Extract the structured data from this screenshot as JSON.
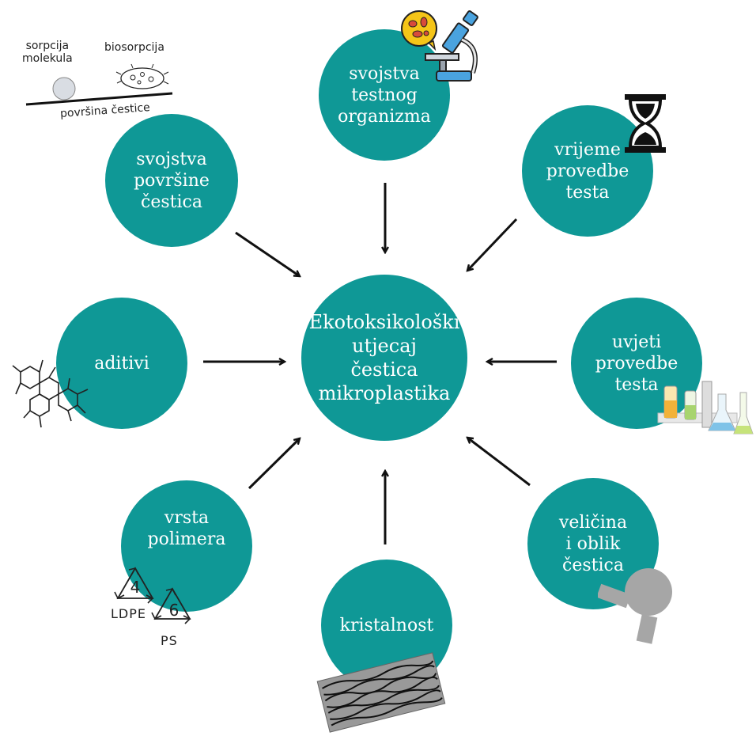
{
  "colors": {
    "node": "#0f9896",
    "arrow": "#111111",
    "icon_grey": "#a6a6a6"
  },
  "center": {
    "label": "Ekotoksikološki\nutjecaj\nčestica\nmikroplastika"
  },
  "factors": [
    {
      "id": "povrsina",
      "label": "svojstva\npovršine\nčestica"
    },
    {
      "id": "organizam",
      "label": "svojstva\ntestnog\norganizma"
    },
    {
      "id": "vrijeme",
      "label": "vrijeme\nprovedbe\ntesta"
    },
    {
      "id": "aditivi",
      "label": "aditivi"
    },
    {
      "id": "uvjeti",
      "label": "uvjeti\nprovedbe\ntesta"
    },
    {
      "id": "polimer",
      "label": "vrsta\npolimera"
    },
    {
      "id": "kristalnost",
      "label": "kristalnost"
    },
    {
      "id": "velicina",
      "label": "veličina\ni oblik\nčestica"
    }
  ],
  "annotations": {
    "sorpcija": "sorpcija\nmolekula",
    "biosorpcija": "biosorpcija",
    "povrsina_cestice": "površina čestice",
    "ldpe_code": "4",
    "ldpe": "LDPE",
    "ps_code": "6",
    "ps": "PS"
  },
  "icons": [
    "sorption-sketch",
    "microscope-icon",
    "hourglass-icon",
    "molecule-icon",
    "lab-flasks-icon",
    "recycle-ldpe-icon",
    "recycle-ps-icon",
    "crystal-texture-icon",
    "magnifier-icon"
  ]
}
